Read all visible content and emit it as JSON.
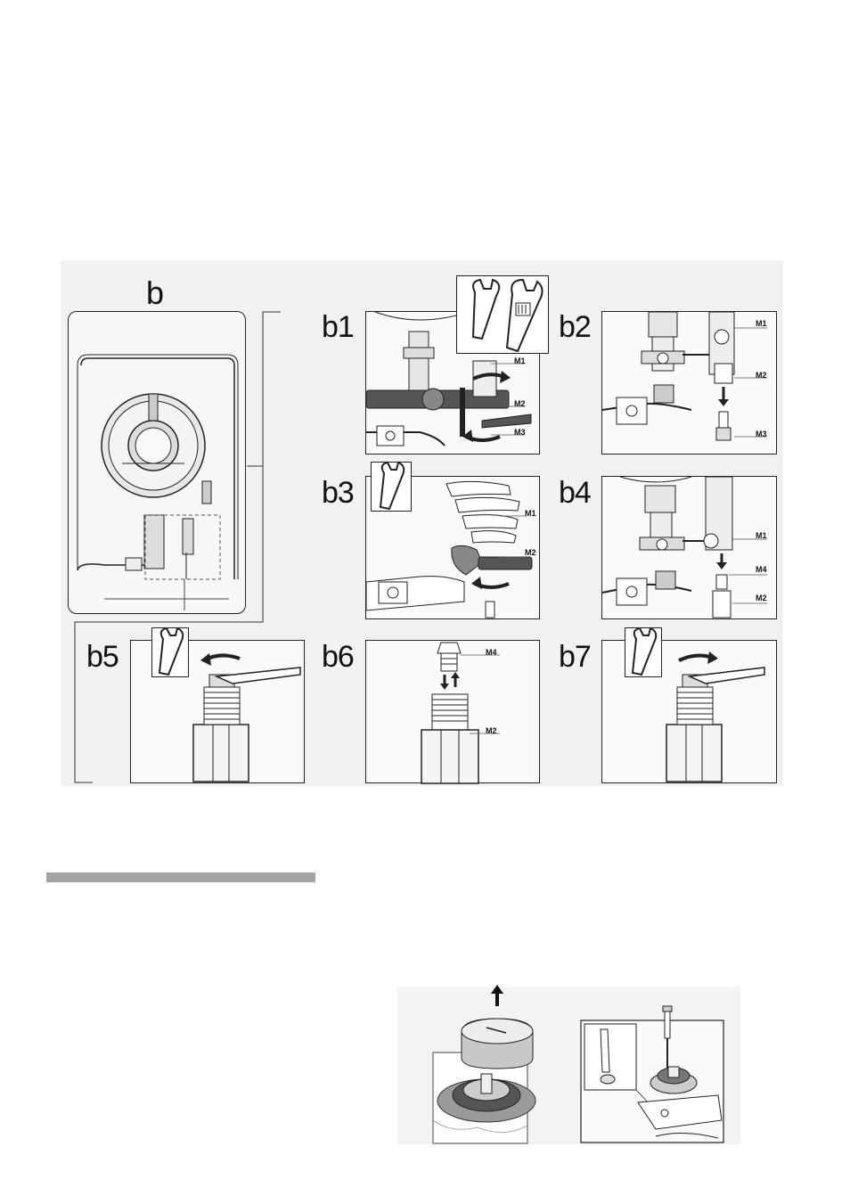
{
  "figure_b": {
    "main_label": "b",
    "panels": {
      "b1": {
        "label": "b1",
        "markers": [
          "M1",
          "M2",
          "M3"
        ]
      },
      "b2": {
        "label": "b2",
        "markers": [
          "M1",
          "M2",
          "M3"
        ]
      },
      "b3": {
        "label": "b3",
        "markers": [
          "M1",
          "M2"
        ]
      },
      "b4": {
        "label": "b4",
        "markers": [
          "M1",
          "M4",
          "M2"
        ]
      },
      "b5": {
        "label": "b5",
        "markers": []
      },
      "b6": {
        "label": "b6",
        "markers": [
          "M4",
          "M2"
        ]
      },
      "b7": {
        "label": "b7",
        "markers": []
      }
    }
  },
  "section_bar_color": "#a3a3a3",
  "bottom_figure": {
    "left_image": "knob-removal",
    "right_image": "screwdriver-adjust"
  },
  "icons": [
    "open-end-wrench-icon",
    "adjustable-wrench-icon",
    "rotate-arrow-icon",
    "down-arrow-icon",
    "up-arrow-icon"
  ]
}
